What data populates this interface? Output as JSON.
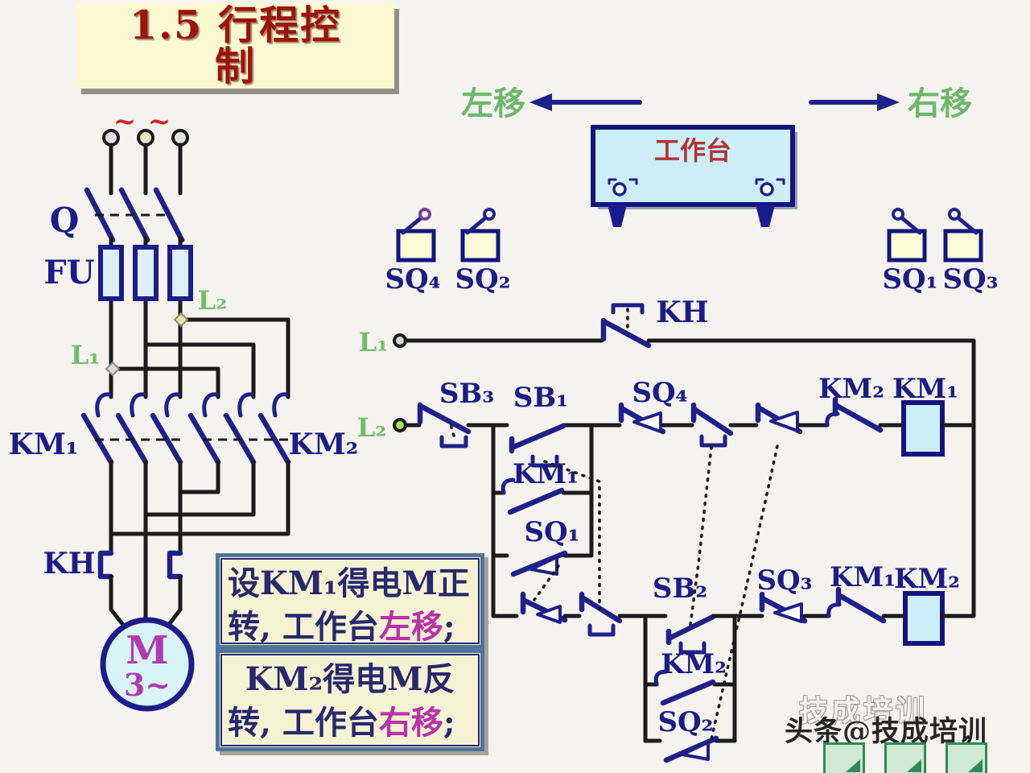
{
  "title": {
    "line1": "1.5 行程控",
    "line2": "制"
  },
  "directions": {
    "left": "左移",
    "right": "右移"
  },
  "workbench_label": "工作台",
  "limit_switch_labels": {
    "sq4": "SQ₄",
    "sq2": "SQ₂",
    "sq1": "SQ₁",
    "sq3": "SQ₃"
  },
  "power": {
    "tilde": "~",
    "q": "Q",
    "fu": "FU",
    "l2": "L₂",
    "l1": "L₁",
    "km1": "KM₁",
    "km2": "KM₂",
    "kh": "KH",
    "motor_m": "M",
    "motor_ph": "3~"
  },
  "control": {
    "l1": "L₁",
    "kh": "KH",
    "l2": "L₂",
    "sb3": "SB₃",
    "sb1": "SB₁",
    "km1_aux": "KM₁",
    "sq1_aux": "SQ₁",
    "sq4": "SQ₄",
    "km2_int": "KM₂",
    "km1_coil": "KM₁",
    "sb2": "SB₂",
    "km2_aux": "KM₂",
    "sq2_aux": "SQ₂",
    "sq3": "SQ₃",
    "km1_int": "KM₁",
    "km2_coil": "KM₂"
  },
  "note": {
    "l1_seg1": "设KM₁得电M正",
    "l1_seg2": "转, 工作台",
    "l1_hl": "左移",
    "l1_end": ";",
    "l2_seg1": "KM₂得电M反",
    "l2_seg2": "转, 工作台",
    "l2_hl": "右移",
    "l2_end": ";"
  },
  "watermark": {
    "handle": "头条@技成培训",
    "ghost": "技成培训"
  },
  "colors": {
    "symbol_navy": "#20208a",
    "wire_black": "#1b1b1b",
    "label_green": "#74bc6c",
    "title_red": "#9c1408",
    "highlight_magenta": "#b832a8",
    "coil_cyan": "#cdeefb",
    "workbench_cyan": "#cbeef8",
    "note_cream": "#f6f3d5"
  }
}
